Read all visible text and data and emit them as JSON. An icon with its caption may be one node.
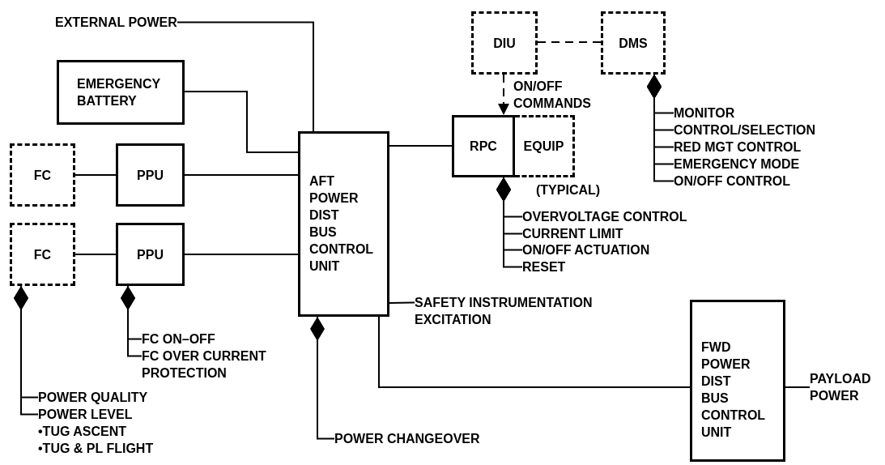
{
  "diagram": {
    "nodes": [
      {
        "text": [
          "EXTERNAL POWER"
        ]
      },
      {
        "text": [
          "EMERGENCY BATTERY"
        ]
      },
      {
        "text": [
          "FC"
        ]
      },
      {
        "text": [
          "PPU"
        ]
      },
      {
        "text": [
          "FC"
        ]
      },
      {
        "text": [
          "PPU"
        ]
      },
      {
        "text": [
          "AFT POWER DIST BUS CONTROL UNIT"
        ]
      },
      {
        "text": [
          "DIU"
        ]
      },
      {
        "text": [
          "DMS"
        ]
      },
      {
        "text": [
          "RPC"
        ]
      },
      {
        "text": [
          "EQUIP"
        ],
        "beside": [
          "(TYPICAL)"
        ]
      },
      {
        "text": [
          "FWD POWER DIST BUS CONTROL UNIT"
        ]
      },
      {
        "text": [
          "PAYLOAD POWER"
        ]
      },
      {
        "text": [
          "MONITOR"
        ]
      },
      {
        "text": [
          "CONTROL/SELECTION"
        ]
      },
      {
        "text": [
          "RED MGT CONTROL"
        ]
      },
      {
        "text": [
          "EMERGENCY MODE"
        ]
      },
      {
        "text": [
          "ON/OFF CONTROL"
        ]
      },
      {
        "text": [
          "OVERVOLTAGE CONTROL"
        ]
      },
      {
        "text": [
          "CURRENT LIMIT"
        ]
      },
      {
        "text": [
          "ON/OFF ACTUATION"
        ]
      },
      {
        "text": [
          "RESET"
        ]
      },
      {
        "text": [
          "SAFETY INSTRUMENTATION EXCITATION"
        ]
      },
      {
        "text": [
          "FC ON–OFF"
        ]
      },
      {
        "text": [
          "FC OVER CURRENT PROTECTION"
        ]
      },
      {
        "text": [
          "POWER QUALITY"
        ]
      },
      {
        "text": [
          "POWER LEVEL"
        ]
      },
      {
        "text": [
          "POWER CHANGEOVER"
        ]
      }
    ],
    "edges": [
      {
        "from": 0,
        "to": 6,
        "arrow": "none"
      },
      {
        "from": 1,
        "to": 6,
        "arrow": "none"
      },
      {
        "from": 2,
        "to": 3,
        "arrow": "none"
      },
      {
        "from": 3,
        "to": 6,
        "arrow": "none"
      },
      {
        "from": 4,
        "to": 5,
        "arrow": "none"
      },
      {
        "from": 5,
        "to": 6,
        "arrow": "none"
      },
      {
        "from": 6,
        "to": 9,
        "arrow": "none"
      },
      {
        "from": 7,
        "to": 8,
        "arrow": "none",
        "style": "dashed"
      },
      {
        "from": 7,
        "to": 9,
        "arrow": "to",
        "style": "dashed",
        "label": "ON/OFF COMMANDS"
      },
      {
        "from": 8,
        "to": 13,
        "arrow": "other"
      },
      {
        "from": 8,
        "to": 14,
        "arrow": "other"
      },
      {
        "from": 8,
        "to": 15,
        "arrow": "other"
      },
      {
        "from": 8,
        "to": 16,
        "arrow": "other"
      },
      {
        "from": 8,
        "to": 17,
        "arrow": "other"
      },
      {
        "from": 9,
        "to": 18,
        "arrow": "other"
      },
      {
        "from": 9,
        "to": 19,
        "arrow": "other"
      },
      {
        "from": 9,
        "to": 20,
        "arrow": "other"
      },
      {
        "from": 9,
        "to": 21,
        "arrow": "other"
      },
      {
        "from": 6,
        "to": 22,
        "arrow": "none"
      },
      {
        "from": 6,
        "to": 11,
        "arrow": "none"
      },
      {
        "from": 11,
        "to": 12,
        "arrow": "none"
      },
      {
        "from": 5,
        "to": 23,
        "arrow": "other"
      },
      {
        "from": 5,
        "to": 24,
        "arrow": "other"
      },
      {
        "from": 4,
        "to": 25,
        "arrow": "other"
      },
      {
        "from": 4,
        "to": 26,
        "arrow": "other"
      },
      {
        "from": 6,
        "to": 27,
        "arrow": "other"
      }
    ],
    "labels": [
      "•TUG ASCENT",
      "•TUG & PL FLIGHT"
    ]
  }
}
